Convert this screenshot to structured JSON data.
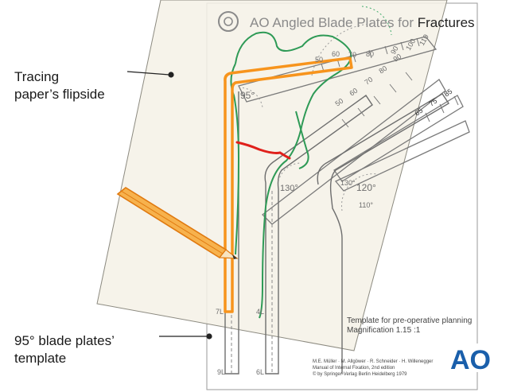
{
  "callouts": {
    "tracing_line1": "Tracing",
    "tracing_line2": "paper’s flipside",
    "template_line1": "95° blade plates’",
    "template_line2": "template"
  },
  "template": {
    "title_prefix": "AO Angled Blade Plates for ",
    "title_suffix": "Fractures",
    "angle_95": "95°",
    "angle_130_a": "130°",
    "angle_130_b": "130°",
    "angle_120": "120°",
    "angle_110": "110°",
    "scale_a": [
      "50",
      "60",
      "70",
      "80",
      "90",
      "100",
      "110"
    ],
    "scale_b": [
      "50",
      "60",
      "70",
      "80",
      "90"
    ],
    "scale_c": [
      "65",
      "75",
      "85"
    ],
    "length_9l": "9L",
    "length_6l": "6L",
    "length_7l": "7L",
    "length_4l": "4L",
    "planning_line1": "Template for pre-operative planning",
    "planning_line2": "Magnification 1.15 :1",
    "credit_line1": "M.E. Müller · M. Allgöwer · R. Schneider · H. Willenegger",
    "credit_line2": "Manual of Internal Fixation, 2nd edition",
    "credit_line3": "© by Springer-Verlag Berlin Heidelberg 1979"
  },
  "logo": {
    "text": "AO"
  },
  "colors": {
    "tracing_paper": "#f4f1e6",
    "orange_plate": "#f7941d",
    "green_bone": "#2e9a56",
    "red_fracture": "#e0201b",
    "template_lines": "#7a7a7a",
    "ao_blue": "#1a5fab"
  }
}
